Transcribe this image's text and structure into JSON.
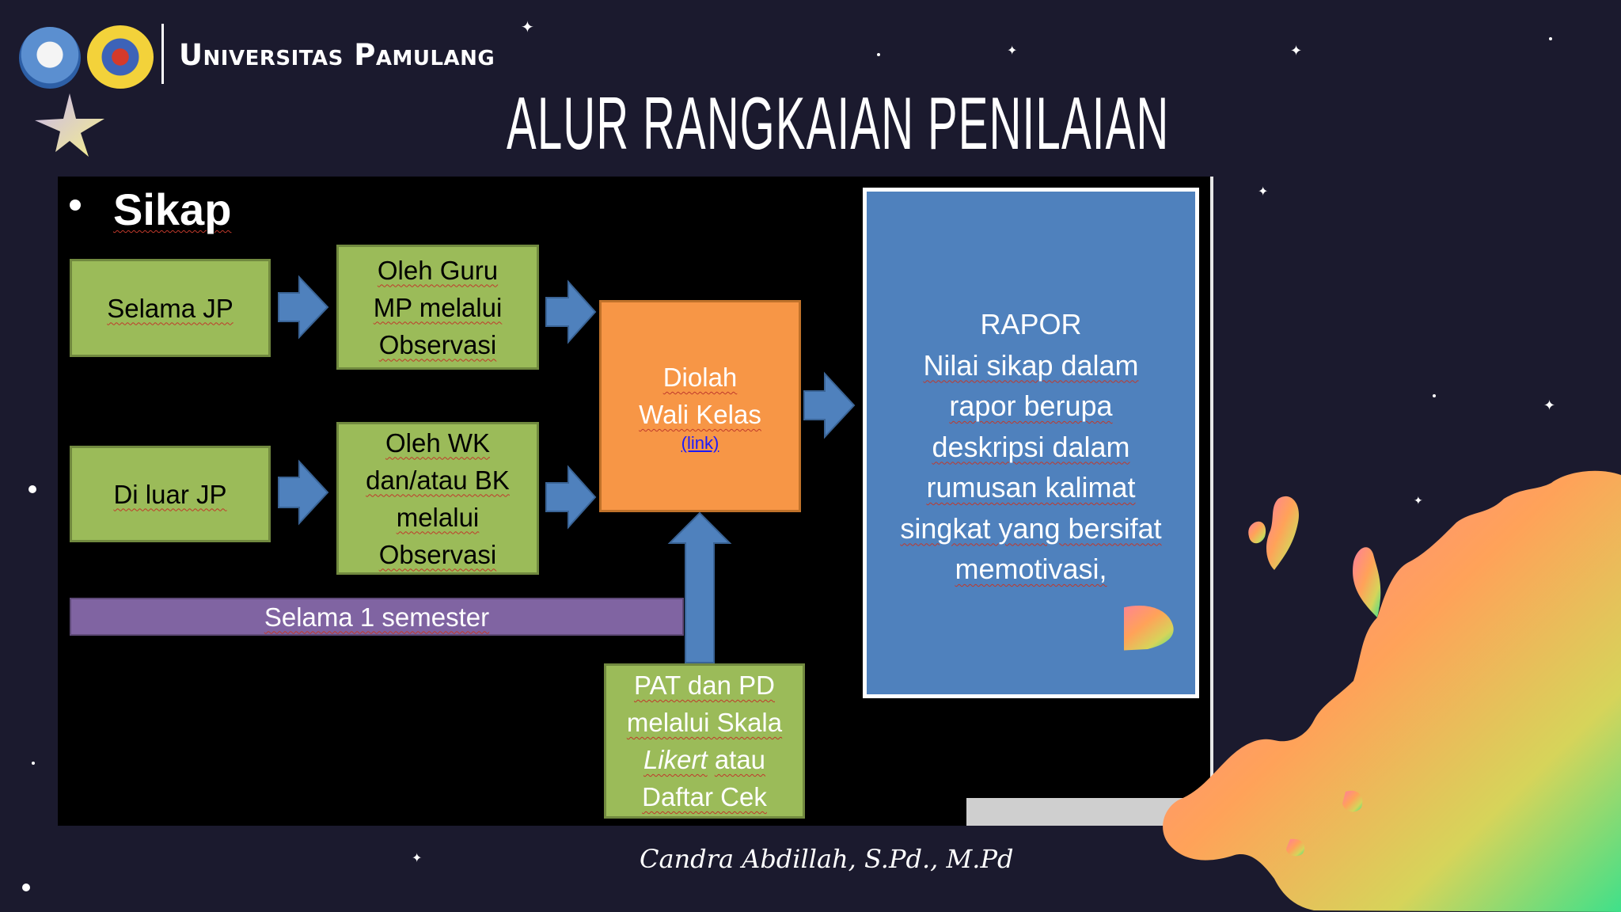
{
  "header": {
    "brand_name": "Universitas Pamulang",
    "slide_title": "ALUR RANGKAIAN PENILAIAN"
  },
  "diagram": {
    "heading": "Sikap",
    "box_selama_jp": "Selama JP",
    "box_diluar_jp": "Di luar JP",
    "box_guru": [
      "Oleh Guru",
      "MP melalui",
      "Observasi"
    ],
    "box_wk": [
      "Oleh WK",
      "dan/atau BK",
      "melalui",
      "Observasi"
    ],
    "box_diolah": [
      "Diolah",
      "Wali Kelas"
    ],
    "diolah_link": "(link)",
    "bar_semester": "Selama 1 semester",
    "box_pat": [
      "PAT dan PD",
      "melalui Skala",
      "Likert",
      "atau",
      "Daftar Cek"
    ],
    "rapor_title": "RAPOR",
    "rapor_lines": [
      "Nilai sikap dalam",
      "rapor berupa",
      "deskripsi dalam",
      "rumusan kalimat",
      "singkat yang bersifat",
      "memotivasi,"
    ]
  },
  "footer": {
    "author": "Candra Abdillah, S.Pd., M.Pd"
  },
  "colors": {
    "background": "#1b1a2e",
    "green_box": "#9bbb59",
    "orange_box": "#f79646",
    "purple_bar": "#8064a2",
    "blue_box": "#4f81bd",
    "arrow": "#4f81bd"
  }
}
